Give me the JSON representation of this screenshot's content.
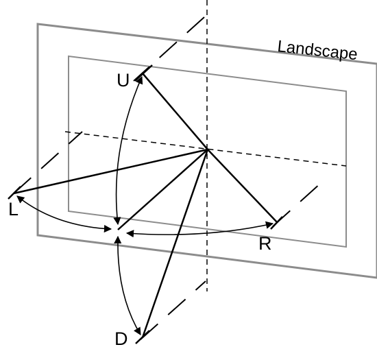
{
  "diagram": {
    "title": "Landscape",
    "labels": {
      "up": "U",
      "left": "L",
      "right": "R",
      "down": "D"
    },
    "colors": {
      "frame": "#8c8c8c",
      "ink": "#000000",
      "background": "#ffffff"
    }
  }
}
